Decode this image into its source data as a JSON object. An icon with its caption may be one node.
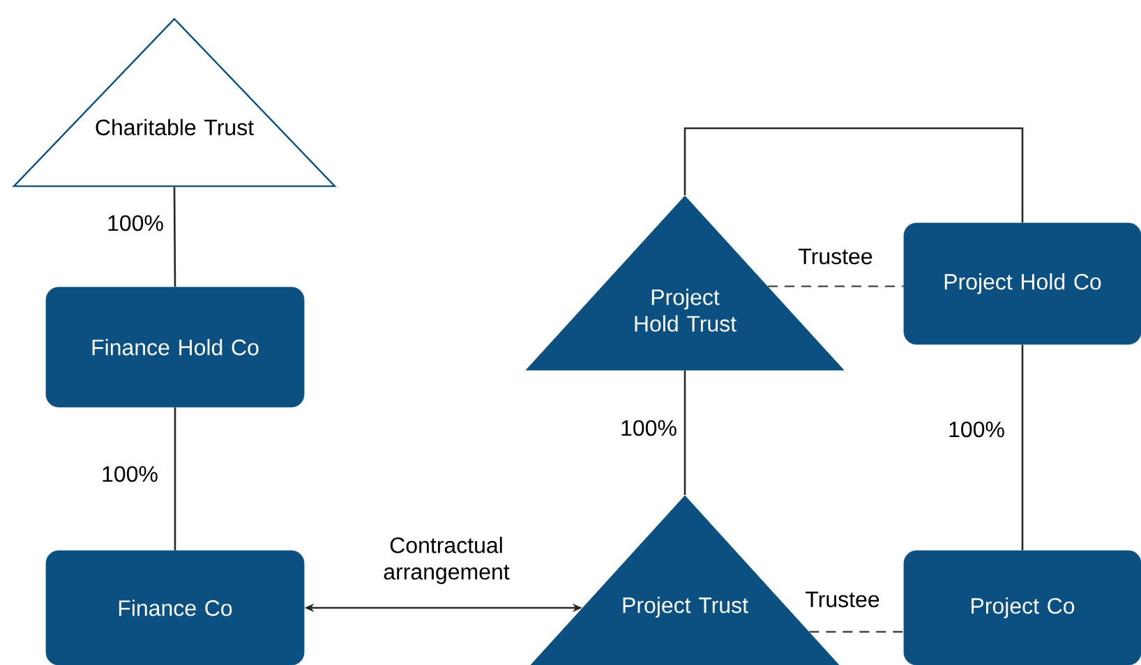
{
  "diagram": {
    "nodes": [
      {
        "text": [
          "Charitable Trust"
        ]
      },
      {
        "text": [
          "Finance Hold Co"
        ]
      },
      {
        "text": [
          "Finance Co"
        ]
      },
      {
        "text": [
          "Project Hold Trust"
        ]
      },
      {
        "text": [
          "Project Hold Co"
        ]
      },
      {
        "text": [
          "Project Trust"
        ]
      },
      {
        "text": [
          "Project Co"
        ]
      }
    ],
    "edges": [
      {
        "from": 0,
        "to": 1,
        "arrow": "none",
        "label": "100%"
      },
      {
        "from": 1,
        "to": 2,
        "arrow": "none",
        "label": "100%"
      },
      {
        "from": 2,
        "to": 5,
        "arrow": "both",
        "label": "Contractual arrangement"
      },
      {
        "from": 3,
        "to": 4,
        "arrow": "none",
        "label": "Trustee",
        "style": "dashed",
        "color": "#555555"
      },
      {
        "from": 3,
        "to": 5,
        "arrow": "none",
        "label": "100%"
      },
      {
        "from": 4,
        "to": 6,
        "arrow": "none",
        "label": "100%"
      },
      {
        "from": 5,
        "to": 6,
        "arrow": "none",
        "label": "Trustee",
        "style": "dashed",
        "color": "#555555"
      },
      {
        "from": 3,
        "to": 4,
        "arrow": "none"
      }
    ]
  }
}
